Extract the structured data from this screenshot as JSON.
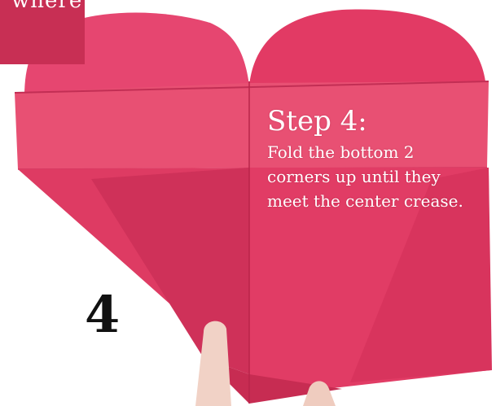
{
  "colors": {
    "paper_main": "#e23a64",
    "paper_light": "#ea5577",
    "paper_dark": "#c92c53",
    "crease": "#b8254a",
    "caption_text": "#ffffff",
    "number_text": "#111111",
    "skin": "#f1d2c6"
  },
  "previous_step": {
    "text": "where"
  },
  "caption": {
    "title": "Step 4:",
    "body": "Fold the bottom 2 corners up until they meet the center crease."
  },
  "step_number": "4"
}
